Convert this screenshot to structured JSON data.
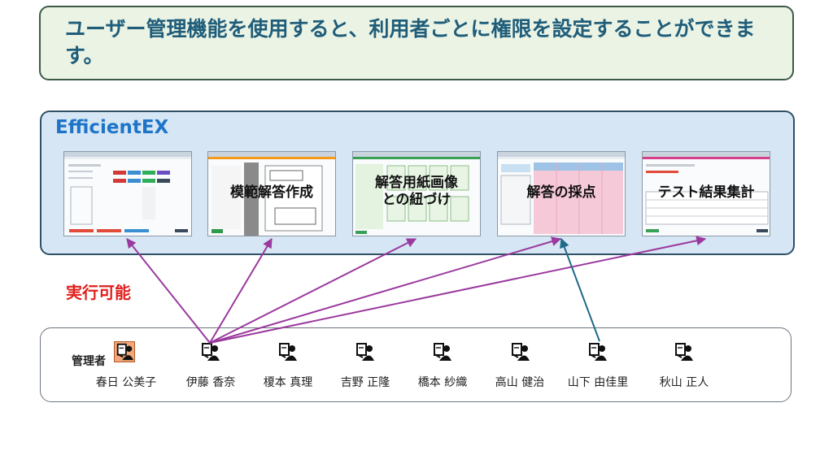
{
  "banner": {
    "text": "ユーザー管理機能を使用すると、利用者ごとに権限を設定することができます。"
  },
  "product": {
    "title": "EfficientEX",
    "functions": [
      {
        "label": "",
        "color": "#1e7bd6"
      },
      {
        "label": "模範解答作成",
        "color": "#f39a1c"
      },
      {
        "label": "解答用紙画像との紐づけ",
        "label_line1": "解答用紙画像",
        "label_line2": "との紐づけ",
        "color": "#3aa056"
      },
      {
        "label": "解答の採点",
        "color": "#e07aa0"
      },
      {
        "label": "テスト結果集計",
        "color": "#d6408a"
      }
    ]
  },
  "exec_label": "実行可能",
  "users": {
    "admin_label": "管理者",
    "people": [
      {
        "name": "春日 公美子",
        "role": "admin"
      },
      {
        "name": "伊藤 香奈"
      },
      {
        "name": "榎本 真理"
      },
      {
        "name": "吉野 正隆"
      },
      {
        "name": "橋本 紗織"
      },
      {
        "name": "高山 健治"
      },
      {
        "name": "山下 由佳里"
      },
      {
        "name": "秋山 正人"
      }
    ]
  },
  "colors": {
    "purple_arrow": "#9b3a9e",
    "teal_arrow": "#1f6a8a",
    "exec_label": "#e0201e",
    "title": "#1f5d7a"
  }
}
